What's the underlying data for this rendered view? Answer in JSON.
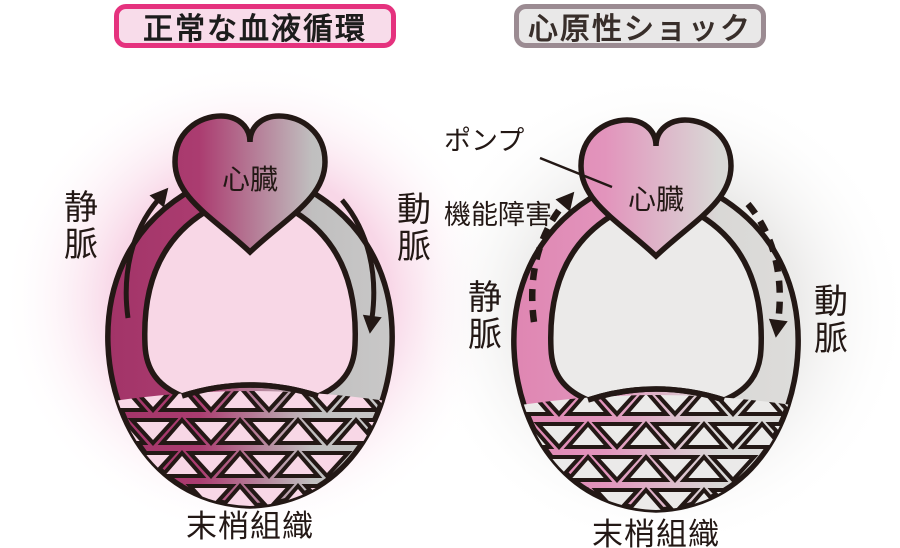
{
  "titles": {
    "left": "正常な血液循環",
    "right": "心原性ショック"
  },
  "left_diagram": {
    "heart_label": "心臓",
    "vein_label": "静脈",
    "artery_label": "動脈",
    "tissue_label": "末梢組織",
    "flow_arrow_style": "solid",
    "colors": {
      "glow": "#f7d0e3",
      "vein_tube": "#ab3c70",
      "artery_tube": "#c9c8c8",
      "inner_area": "#f8d7e6",
      "title_border": "#e5327e",
      "title_bg": "#f8dcea"
    }
  },
  "right_diagram": {
    "heart_label": "心臓",
    "vein_label": "静脈",
    "artery_label": "動脈",
    "tissue_label": "末梢組織",
    "annotation_line1": "ポンプ",
    "annotation_line2": "機能障害",
    "flow_arrow_style": "dashed",
    "colors": {
      "glow": "#e9e8e7",
      "vein_tube": "#e294bc",
      "artery_tube": "#dddcda",
      "inner_area": "#ebeae9",
      "title_border": "#9b8b92",
      "title_bg": "#e9e8e8"
    }
  },
  "outline_color": "#231815"
}
